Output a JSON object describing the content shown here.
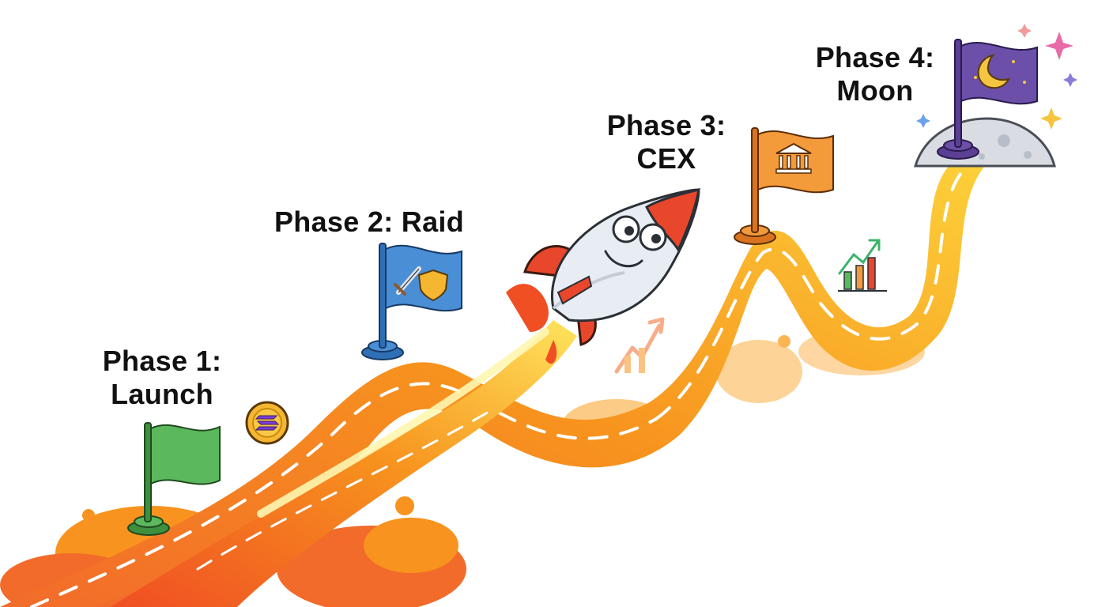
{
  "phases": [
    {
      "line1": "Phase 1:",
      "line2": "Launch",
      "flag_color": "#5cb85c",
      "icon": "none"
    },
    {
      "line1": "Phase 2: Raid",
      "line2": "",
      "flag_color": "#4a8fd6",
      "icon": "sword-shield-icon"
    },
    {
      "line1": "Phase 3:",
      "line2": "CEX",
      "flag_color": "#f39a3a",
      "icon": "bank-icon"
    },
    {
      "line1": "Phase 4:",
      "line2": "Moon",
      "flag_color": "#6b4fa8",
      "icon": "crescent-moon-icon"
    }
  ],
  "colors": {
    "road": "#f5a623",
    "flame_red": "#f05a28",
    "flame_orange": "#f7931e",
    "flame_yellow": "#fdd835",
    "rocket_body": "#e8edf3",
    "rocket_fin": "#e8472b",
    "moon": "#d9dde3"
  }
}
